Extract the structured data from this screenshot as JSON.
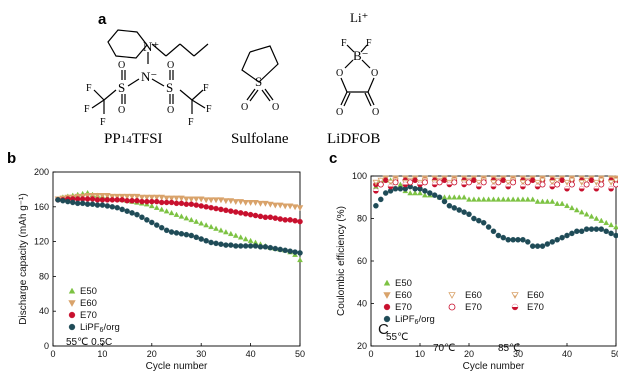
{
  "panel_a": {
    "label": "a",
    "molecules": [
      {
        "name": "PP14TFSI",
        "name_main": "PP",
        "name_sub": "14",
        "name_tail": "TFSI",
        "atoms": {
          "n_plus": "N⁺",
          "n_minus": "N⁻",
          "s": "S",
          "o": "O",
          "f": "F"
        }
      },
      {
        "name": "Sulfolane",
        "atoms": {
          "s": "S",
          "o": "O"
        }
      },
      {
        "name": "LiDFOB",
        "atoms": {
          "li": "Li⁺",
          "b": "B⁻",
          "f": "F",
          "o": "O"
        }
      }
    ]
  },
  "colors": {
    "E50": "#7cc242",
    "E60": "#d9a36b",
    "E70": "#c8102e",
    "LiPF6": "#1f4b57",
    "axis": "#000000"
  },
  "chart_data": [
    {
      "panel": "b",
      "type": "scatter",
      "xlabel": "Cycle number",
      "ylabel": "Discharge capacity (mAh g⁻¹)",
      "xlim": [
        0,
        50
      ],
      "ylim": [
        0,
        200
      ],
      "xticks": [
        "0",
        "10",
        "20",
        "30",
        "40",
        "50"
      ],
      "yticks": [
        "0",
        "40",
        "80",
        "120",
        "160",
        "200"
      ],
      "legend_position": "bottom-left",
      "annotation": "55℃ 0.5C",
      "series": [
        {
          "name": "E50",
          "marker": "triangle-up",
          "x": [
            1,
            2,
            3,
            4,
            5,
            6,
            7,
            8,
            9,
            10,
            11,
            12,
            13,
            14,
            15,
            16,
            17,
            18,
            19,
            20,
            21,
            22,
            23,
            24,
            25,
            26,
            27,
            28,
            29,
            30,
            31,
            32,
            33,
            34,
            35,
            36,
            37,
            38,
            39,
            40,
            41,
            42,
            43,
            44,
            45,
            46,
            47,
            48,
            49,
            50
          ],
          "y": [
            169,
            171,
            172,
            173,
            174,
            175,
            176,
            174,
            173,
            172,
            171,
            170,
            169,
            168,
            167,
            166,
            165,
            164,
            163,
            161,
            159,
            157,
            155,
            153,
            151,
            149,
            147,
            145,
            143,
            141,
            139,
            137,
            135,
            133,
            131,
            129,
            127,
            125,
            123,
            121,
            119,
            117,
            115,
            113,
            112,
            111,
            110,
            108,
            105,
            99
          ]
        },
        {
          "name": "E60",
          "marker": "triangle-down",
          "x": [
            1,
            2,
            3,
            4,
            5,
            6,
            7,
            8,
            9,
            10,
            11,
            12,
            13,
            14,
            15,
            16,
            17,
            18,
            19,
            20,
            21,
            22,
            23,
            24,
            25,
            26,
            27,
            28,
            29,
            30,
            31,
            32,
            33,
            34,
            35,
            36,
            37,
            38,
            39,
            40,
            41,
            42,
            43,
            44,
            45,
            46,
            47,
            48,
            49,
            50
          ],
          "y": [
            169,
            170,
            171,
            171,
            172,
            172,
            173,
            173,
            173,
            173,
            173,
            172,
            172,
            172,
            172,
            172,
            172,
            171,
            171,
            171,
            171,
            171,
            170,
            170,
            170,
            170,
            169,
            169,
            169,
            169,
            168,
            168,
            168,
            168,
            167,
            167,
            166,
            166,
            165,
            165,
            165,
            164,
            164,
            163,
            162,
            162,
            161,
            161,
            160,
            159
          ]
        },
        {
          "name": "E70",
          "marker": "circle",
          "x": [
            1,
            2,
            3,
            4,
            5,
            6,
            7,
            8,
            9,
            10,
            11,
            12,
            13,
            14,
            15,
            16,
            17,
            18,
            19,
            20,
            21,
            22,
            23,
            24,
            25,
            26,
            27,
            28,
            29,
            30,
            31,
            32,
            33,
            34,
            35,
            36,
            37,
            38,
            39,
            40,
            41,
            42,
            43,
            44,
            45,
            46,
            47,
            48,
            49,
            50
          ],
          "y": [
            168,
            168,
            169,
            169,
            169,
            169,
            169,
            169,
            168,
            168,
            168,
            168,
            168,
            168,
            167,
            167,
            167,
            166,
            166,
            166,
            166,
            165,
            165,
            165,
            164,
            164,
            163,
            163,
            162,
            161,
            160,
            159,
            158,
            157,
            156,
            155,
            154,
            153,
            152,
            151,
            150,
            149,
            148,
            148,
            147,
            146,
            145,
            145,
            144,
            143
          ]
        },
        {
          "name": "LiPF6/org",
          "marker": "circle",
          "x": [
            1,
            2,
            3,
            4,
            5,
            6,
            7,
            8,
            9,
            10,
            11,
            12,
            13,
            14,
            15,
            16,
            17,
            18,
            19,
            20,
            21,
            22,
            23,
            24,
            25,
            26,
            27,
            28,
            29,
            30,
            31,
            32,
            33,
            34,
            35,
            36,
            37,
            38,
            39,
            40,
            41,
            42,
            43,
            44,
            45,
            46,
            47,
            48,
            49,
            50
          ],
          "y": [
            168,
            167,
            166,
            165,
            164,
            164,
            163,
            163,
            162,
            162,
            161,
            160,
            159,
            157,
            155,
            153,
            151,
            148,
            145,
            142,
            139,
            136,
            133,
            131,
            130,
            129,
            128,
            127,
            125,
            123,
            121,
            119,
            118,
            117,
            116,
            116,
            115,
            115,
            115,
            115,
            115,
            114,
            114,
            113,
            112,
            111,
            110,
            109,
            108,
            107
          ]
        }
      ],
      "legend_labels": {
        "E50": "E50",
        "E60": "E60",
        "E70": "E70",
        "LiPF6_main": "LiPF",
        "LiPF6_sub": "6",
        "LiPF6_tail": "/org"
      }
    },
    {
      "panel": "c",
      "type": "scatter",
      "xlabel": "Cycle number",
      "ylabel": "Coulombic efficiency (%)",
      "xlim": [
        0,
        50
      ],
      "ylim": [
        20,
        100
      ],
      "xticks": [
        "0",
        "10",
        "20",
        "30",
        "40",
        "50"
      ],
      "yticks": [
        "20",
        "40",
        "60",
        "80",
        "100"
      ],
      "legend_position": "bottom-left",
      "panel_letter": "C",
      "temperature_groups": [
        "55℃",
        "70℃",
        "85℃"
      ],
      "series": [
        {
          "name": "E50",
          "group": "55℃",
          "marker": "triangle-up",
          "x": [
            1,
            2,
            3,
            4,
            5,
            6,
            7,
            8,
            9,
            10,
            11,
            12,
            13,
            14,
            15,
            16,
            17,
            18,
            19,
            20,
            21,
            22,
            23,
            24,
            25,
            26,
            27,
            28,
            29,
            30,
            31,
            32,
            33,
            34,
            35,
            36,
            37,
            38,
            39,
            40,
            41,
            42,
            43,
            44,
            45,
            46,
            47,
            48,
            49,
            50
          ],
          "y": [
            95,
            98,
            98,
            98,
            97,
            96,
            93,
            92,
            92,
            92,
            91,
            91,
            91,
            90,
            90,
            90,
            90,
            90,
            90,
            89,
            89,
            89,
            89,
            89,
            89,
            89,
            89,
            89,
            89,
            89,
            89,
            89,
            89,
            88,
            88,
            88,
            88,
            87,
            87,
            86,
            85,
            84,
            83,
            82,
            81,
            80,
            79,
            78,
            77,
            76
          ]
        },
        {
          "name": "E60",
          "group": "55℃",
          "marker": "triangle-down",
          "x": [
            1,
            3,
            5,
            7,
            9,
            11,
            13,
            15,
            17,
            19,
            21,
            23,
            25,
            27,
            29,
            31,
            33,
            35,
            37,
            39,
            41,
            43,
            45,
            47,
            49,
            50
          ],
          "y": [
            97,
            99,
            99,
            99,
            99,
            99,
            99,
            99,
            99,
            99,
            99,
            99,
            99,
            99,
            99,
            99,
            99,
            99,
            99,
            99,
            99,
            99,
            99,
            99,
            99,
            99
          ]
        },
        {
          "name": "E70",
          "group": "55℃",
          "marker": "circle",
          "x": [
            1,
            3,
            5,
            7,
            9,
            11,
            13,
            15,
            17,
            19,
            21,
            23,
            25,
            27,
            29,
            31,
            33,
            35,
            37,
            39,
            41,
            43,
            45,
            47,
            49,
            50
          ],
          "y": [
            96,
            98,
            98,
            98,
            98,
            98,
            98,
            98,
            98,
            98,
            98,
            98,
            98,
            98,
            98,
            98,
            98,
            98,
            98,
            98,
            98,
            98,
            98,
            98,
            98,
            98
          ]
        },
        {
          "name": "LiPF6/org",
          "group": "55℃",
          "marker": "circle",
          "x": [
            1,
            2,
            3,
            4,
            5,
            6,
            7,
            8,
            9,
            10,
            11,
            12,
            13,
            14,
            15,
            16,
            17,
            18,
            19,
            20,
            21,
            22,
            23,
            24,
            25,
            26,
            27,
            28,
            29,
            30,
            31,
            32,
            33,
            34,
            35,
            36,
            37,
            38,
            39,
            40,
            41,
            42,
            43,
            44,
            45,
            46,
            47,
            48,
            49,
            50
          ],
          "y": [
            86,
            89,
            92,
            93,
            94,
            94,
            94,
            95,
            94,
            94,
            93,
            92,
            91,
            90,
            88,
            86,
            85,
            84,
            83,
            82,
            80,
            79,
            78,
            76,
            74,
            72,
            71,
            70,
            70,
            70,
            70,
            69,
            67,
            67,
            67,
            68,
            69,
            70,
            71,
            72,
            73,
            74,
            74,
            75,
            75,
            75,
            75,
            74,
            73,
            72
          ]
        },
        {
          "name": "E60",
          "group": "70℃",
          "marker": "triangle-down-open",
          "x": [
            2,
            5,
            8,
            11,
            14,
            17,
            20,
            23,
            26,
            29,
            32,
            35,
            38,
            41,
            44,
            47,
            50
          ],
          "y": [
            98,
            98,
            98,
            98,
            98,
            98,
            98,
            98,
            98,
            98,
            98,
            98,
            98,
            98,
            98,
            98,
            98
          ]
        },
        {
          "name": "E70",
          "group": "70℃",
          "marker": "circle-open",
          "x": [
            2,
            5,
            8,
            11,
            14,
            17,
            20,
            23,
            26,
            29,
            32,
            35,
            38,
            41,
            44,
            47,
            50
          ],
          "y": [
            96,
            97,
            97,
            97,
            97,
            97,
            97,
            97,
            97,
            97,
            97,
            96,
            96,
            96,
            96,
            96,
            96
          ]
        },
        {
          "name": "E60",
          "group": "85℃",
          "marker": "triangle-down-half",
          "x": [
            1,
            4,
            7,
            10,
            13,
            16,
            19,
            22,
            25,
            28,
            31,
            34,
            37,
            40,
            43,
            46,
            49
          ],
          "y": [
            97,
            97,
            97,
            97,
            97,
            97,
            97,
            97,
            97,
            97,
            97,
            97,
            97,
            97,
            97,
            97,
            97
          ]
        },
        {
          "name": "E70",
          "group": "85℃",
          "marker": "circle-half",
          "x": [
            1,
            4,
            7,
            10,
            13,
            16,
            19,
            22,
            25,
            28,
            31,
            34,
            37,
            40,
            43,
            46,
            49
          ],
          "y": [
            93,
            95,
            96,
            96,
            96,
            96,
            96,
            95,
            95,
            95,
            95,
            95,
            95,
            94,
            94,
            94,
            94
          ]
        }
      ],
      "legend_labels": {
        "E50": "E50",
        "E60": "E60",
        "E70": "E70",
        "LiPF6_main": "LiPF",
        "LiPF6_sub": "6",
        "LiPF6_tail": "/org"
      }
    }
  ]
}
